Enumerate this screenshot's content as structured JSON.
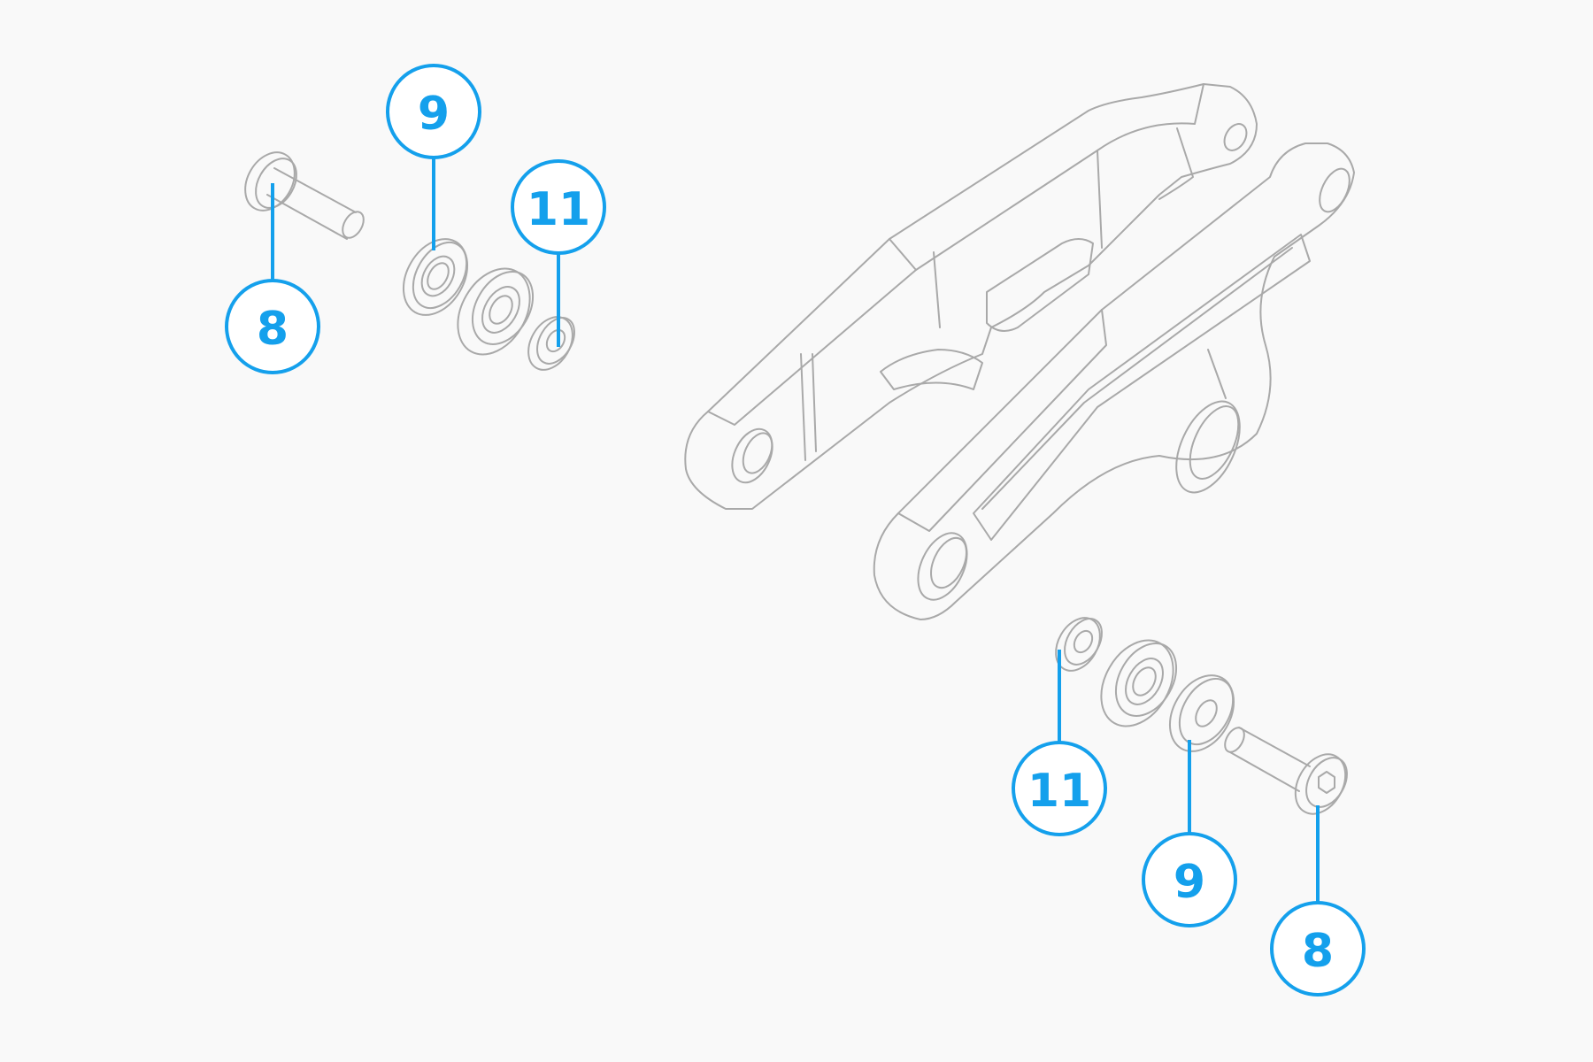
{
  "diagram": {
    "type": "exploded-parts-view",
    "accent_color": "#14a0ec",
    "line_color": "#a9a9a9",
    "callouts": {
      "top_bolt": "8",
      "top_washer": "9",
      "top_spacer": "11",
      "bottom_spacer": "11",
      "bottom_washer": "9",
      "bottom_bolt": "8"
    }
  }
}
